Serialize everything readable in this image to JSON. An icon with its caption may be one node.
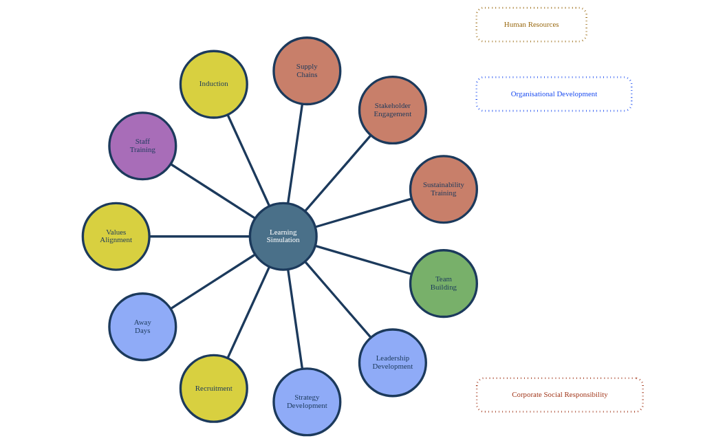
{
  "diagram": {
    "nodes": [
      {
        "text": [
          "Corporate Social Responsibility"
        ]
      },
      {
        "text": [
          "Sustainability Training"
        ]
      },
      {
        "text": [
          "Stakeholder Engagement"
        ]
      },
      {
        "text": [
          "Supply Chains"
        ]
      },
      {
        "text": [
          "Human Resources"
        ]
      },
      {
        "text": [
          "Induction"
        ]
      },
      {
        "text": [
          "Organisational Development"
        ]
      },
      {
        "text": [
          "Staff Training"
        ]
      },
      {
        "text": [
          "Learning Simulation"
        ]
      },
      {
        "text": [
          "Values Alignment"
        ]
      },
      {
        "text": [
          "Away Days"
        ]
      },
      {
        "text": [
          "Recruitment"
        ]
      },
      {
        "text": [
          "Strategy Development"
        ]
      },
      {
        "text": [
          "Leadership Development"
        ]
      },
      {
        "text": [
          "Team Building"
        ]
      }
    ],
    "edges": [
      {
        "from": 8,
        "to": 1,
        "arrow": "none"
      },
      {
        "from": 8,
        "to": 2,
        "arrow": "none"
      },
      {
        "from": 8,
        "to": 3,
        "arrow": "none"
      },
      {
        "from": 8,
        "to": 5,
        "arrow": "none"
      },
      {
        "from": 8,
        "to": 9,
        "arrow": "none"
      },
      {
        "from": 8,
        "to": 11,
        "arrow": "none"
      },
      {
        "from": 8,
        "to": 14,
        "arrow": "none"
      },
      {
        "from": 8,
        "to": 13,
        "arrow": "none"
      },
      {
        "from": 8,
        "to": 12,
        "arrow": "none"
      },
      {
        "from": 8,
        "to": 10,
        "arrow": "none"
      },
      {
        "from": 8,
        "to": 7,
        "arrow": "none"
      }
    ]
  }
}
